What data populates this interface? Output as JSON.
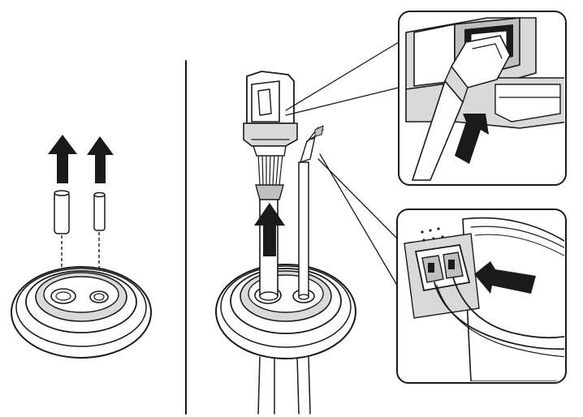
{
  "figure": {
    "panels": [
      "remove-plugs",
      "insert-cable",
      "detail-rj45-port",
      "detail-terminal-block"
    ],
    "icons": [
      "arrow-up-icon",
      "arrow-up-icon",
      "arrow-up-icon",
      "arrow-diagonal-icon",
      "arrow-diagonal-icon"
    ],
    "colors": {
      "ink": "#1a1a1a",
      "fill_light": "#d9d9d9",
      "fill_mid": "#bfbfbf",
      "background": "#ffffff"
    }
  }
}
